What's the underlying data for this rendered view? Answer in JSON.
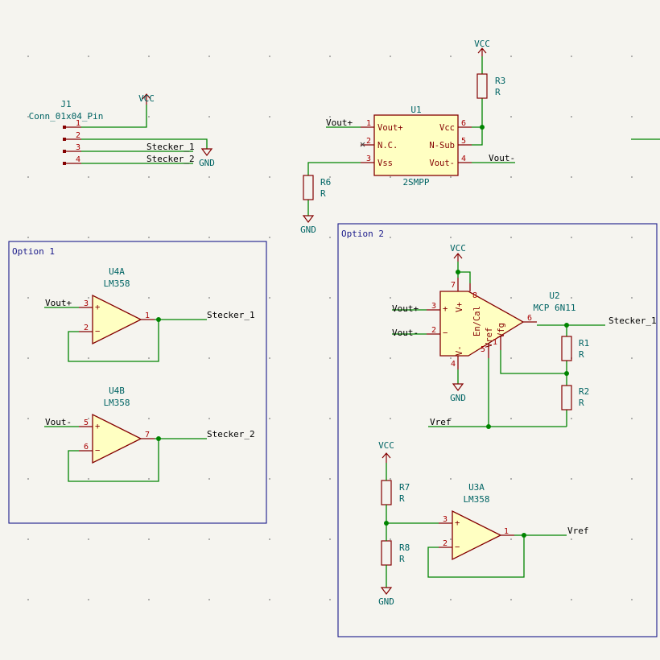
{
  "connector": {
    "ref": "J1",
    "value": "Conn_01x04_Pin",
    "pins": [
      "1",
      "2",
      "3",
      "4"
    ]
  },
  "power": {
    "vcc": "VCC",
    "gnd": "GND"
  },
  "u1": {
    "ref": "U1",
    "value": "2SMPP",
    "pin_names": [
      "Vout+",
      "N.C.",
      "Vss",
      "Vcc",
      "N-Sub",
      "Vout-"
    ],
    "pin_numbers": [
      "1",
      "2",
      "3",
      "6",
      "5",
      "4"
    ]
  },
  "resistors": [
    {
      "ref": "R3",
      "value": "R"
    },
    {
      "ref": "R6",
      "value": "R"
    },
    {
      "ref": "R1",
      "value": "R"
    },
    {
      "ref": "R2",
      "value": "R"
    },
    {
      "ref": "R7",
      "value": "R"
    },
    {
      "ref": "R8",
      "value": "R"
    }
  ],
  "option1": {
    "title": "Option 1",
    "u4a": {
      "ref": "U4A",
      "value": "LM358",
      "pins": [
        "3",
        "2",
        "1"
      ]
    },
    "u4b": {
      "ref": "U4B",
      "value": "LM358",
      "pins": [
        "5",
        "6",
        "7"
      ]
    }
  },
  "option2": {
    "title": "Option 2",
    "u2": {
      "ref": "U2",
      "value": "MCP 6N11",
      "pin_names": [
        "V+",
        "En/Cal",
        "Vref",
        "Vfg",
        "V-"
      ],
      "pin_numbers": [
        "3",
        "2",
        "7",
        "8",
        "5",
        "1",
        "4",
        "6"
      ]
    },
    "u3a": {
      "ref": "U3A",
      "value": "LM358",
      "pins": [
        "3",
        "2",
        "1"
      ]
    }
  },
  "opamp_signs": {
    "plus": "+",
    "minus": "−"
  },
  "nets": {
    "vout_plus": "Vout+",
    "vout_minus": "Vout-",
    "stecker_1": "Stecker_1",
    "stecker_2": "Stecker_2",
    "vref": "Vref"
  }
}
